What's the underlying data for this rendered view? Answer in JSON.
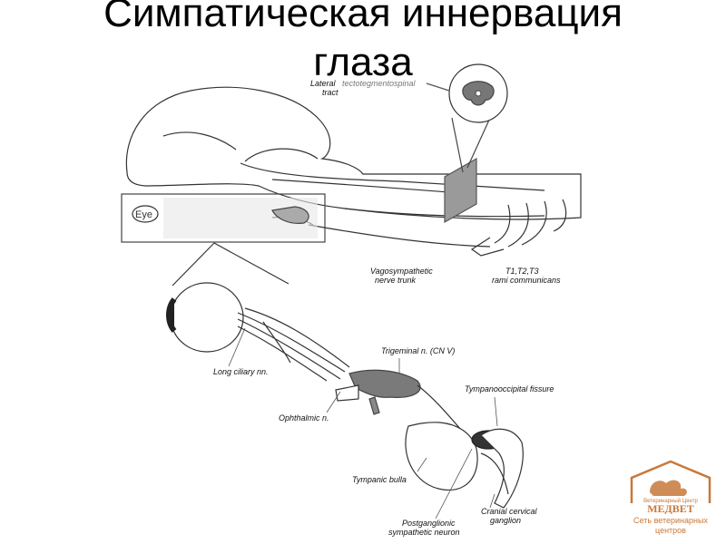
{
  "title": {
    "line1": "Симпатическая иннервация",
    "line2": "глаза"
  },
  "labels": {
    "lateral": "Lateral",
    "tectotegmentospinal": "tectotegmentospinal",
    "tract": "tract",
    "eye": "Eye",
    "vagosympathetic_1": "Vagosympathetic",
    "vagosympathetic_2": "nerve trunk",
    "rami_1": "T1,T2,T3",
    "rami_2": "rami communicans",
    "long_ciliary": "Long ciliary nn.",
    "trigeminal": "Trigeminal n. (CN V)",
    "tympanooccipital": "Tympanooccipital fissure",
    "ophthalmic": "Ophthalmic n.",
    "tympanic_bulla": "Tympanic bulla",
    "cranial_cervical_1": "Cranial cervical",
    "cranial_cervical_2": "ganglion",
    "postganglionic_1": "Postganglionic",
    "postganglionic_2": "sympathetic neuron"
  },
  "logo": {
    "small_text": "Ветеринарный Центр",
    "brand": "МЕДВЕТ",
    "network_1": "Сеть ветеринарных",
    "network_2": "центров"
  },
  "colors": {
    "brand": "#c8783a",
    "line": "#333333",
    "fill_gray": "#8a8a8a"
  }
}
